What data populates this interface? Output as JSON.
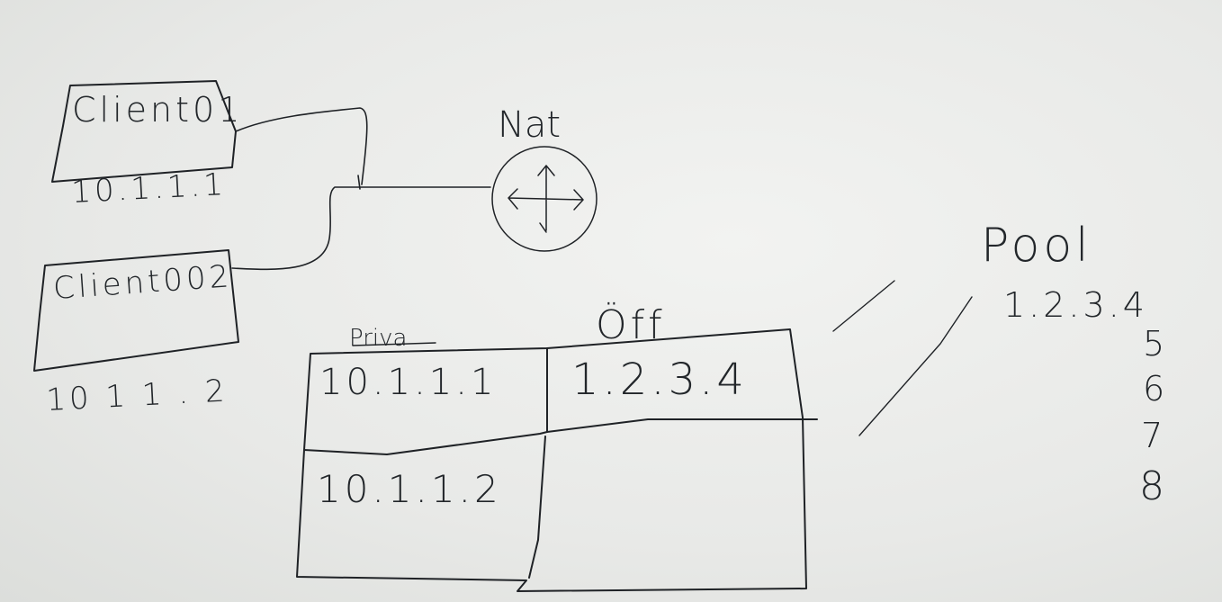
{
  "colors": {
    "board": "#ecedeb",
    "ink": "#1f2226"
  },
  "clients": [
    {
      "name": "Client01",
      "ip": "10.1.1.1"
    },
    {
      "name": "Client002",
      "ip": "10 1 1 . 2"
    }
  ],
  "nat": {
    "label": "Nat",
    "icon": "router-icon"
  },
  "table": {
    "headers": [
      "Priva",
      "Öff"
    ],
    "rows": [
      [
        "10.1.1.1",
        "1.2.3.4"
      ],
      [
        "10.1.1.2",
        ""
      ]
    ]
  },
  "pool": {
    "label": "Pool",
    "first": "1.2.3.4",
    "rest": [
      "5",
      "6",
      "7",
      "8"
    ]
  }
}
